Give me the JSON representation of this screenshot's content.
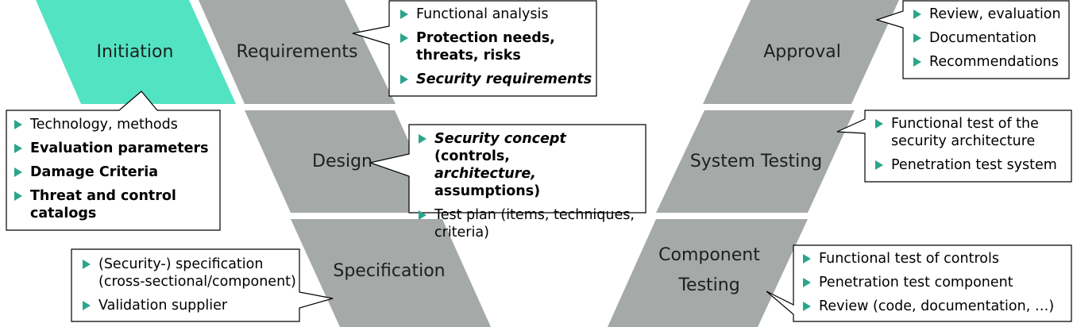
{
  "colors": {
    "phase": "#a5a9a8",
    "initiation": "#52e3c2",
    "bullet": "#2aa58c",
    "border": "#000000"
  },
  "phases": {
    "initiation": "Initiation",
    "requirements": "Requirements",
    "design": "Design",
    "specification": "Specification",
    "approval": "Approval",
    "system_testing": "System Testing",
    "component_testing_line1": "Component",
    "component_testing_line2": "Testing"
  },
  "callouts": {
    "requirements": {
      "item1": "Functional analysis",
      "item2_line1": "Protection needs,",
      "item2_line2": "threats, risks",
      "item3": "Security requirements"
    },
    "initiation": {
      "item1": "Technology, methods",
      "item2": "Evaluation parameters",
      "item3": "Damage Criteria",
      "item4_line1": "Threat and control",
      "item4_line2": "catalogs"
    },
    "design": {
      "item1_a": "Security concept",
      "item1_b": " (controls, ",
      "item1_c": "architecture,",
      "item1_d": " assumptions)",
      "item2_line1": "Test plan (items, techniques,",
      "item2_line2": "criteria)"
    },
    "specification": {
      "item1_line1": "(Security-) specification",
      "item1_line2": "(cross-sectional/component)",
      "item2": "Validation supplier"
    },
    "approval": {
      "item1": "Review, evaluation",
      "item2": "Documentation",
      "item3": "Recommendations"
    },
    "system_testing": {
      "item1_line1": "Functional test of the",
      "item1_line2": "security architecture",
      "item2": "Penetration test system"
    },
    "component_testing": {
      "item1": "Functional test of controls",
      "item2": "Penetration test component",
      "item3": "Review (code, documentation, …)"
    }
  }
}
